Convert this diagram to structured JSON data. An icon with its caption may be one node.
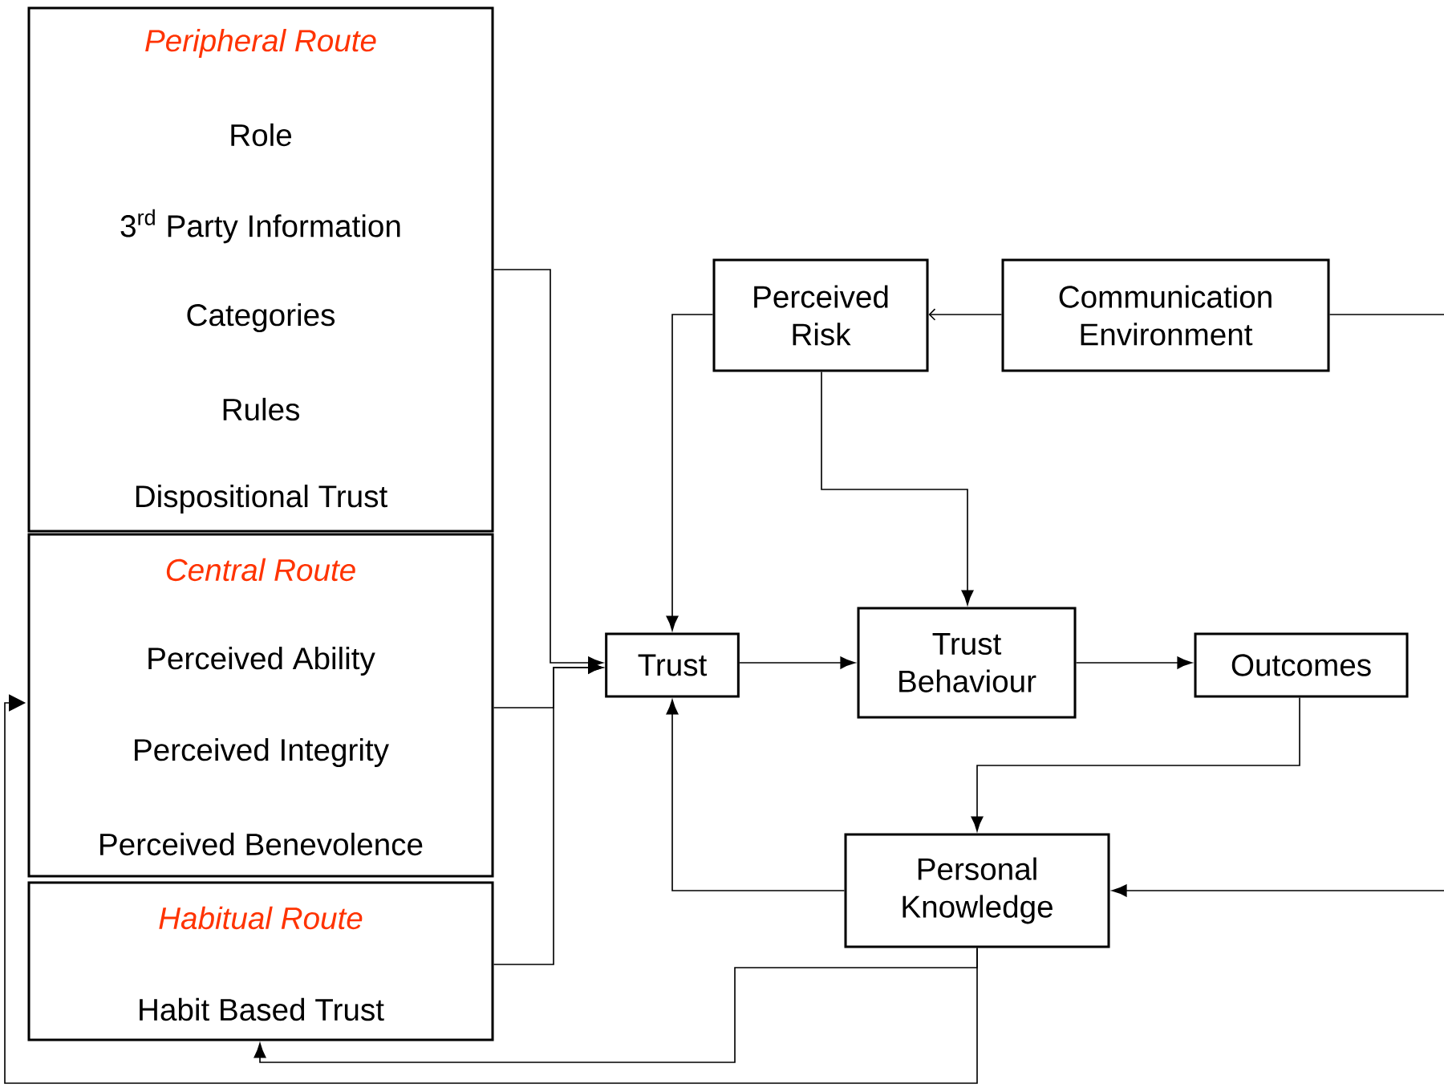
{
  "diagram": {
    "nodes": [
      {
        "text": [
          "Peripheral Route",
          "Role",
          "3$^{rd}$ Party Information",
          "Categories",
          "Rules",
          "Dispositional Trust"
        ]
      },
      {
        "text": [
          "Central Route",
          "Perceived Ability",
          "Perceived Integrity",
          "Perceived Benevolence"
        ]
      },
      {
        "text": [
          "Habitual Route",
          "Habit Based Trust"
        ]
      },
      {
        "text": [
          "Perceived Risk"
        ]
      },
      {
        "text": [
          "Communication Environment"
        ]
      },
      {
        "text": [
          "Trust"
        ]
      },
      {
        "text": [
          "Trust Behaviour"
        ]
      },
      {
        "text": [
          "Outcomes"
        ]
      },
      {
        "text": [
          "Personal Knowledge"
        ]
      }
    ],
    "edges": [
      {
        "from": 0,
        "to": 5,
        "arrow": "to"
      },
      {
        "from": 1,
        "to": 5,
        "arrow": "to"
      },
      {
        "from": 2,
        "to": 5,
        "arrow": "to"
      },
      {
        "from": 3,
        "to": 5,
        "arrow": "to"
      },
      {
        "from": 4,
        "to": 3,
        "arrow": "to"
      },
      {
        "from": 3,
        "to": 6,
        "arrow": "to"
      },
      {
        "from": 5,
        "to": 6,
        "arrow": "to"
      },
      {
        "from": 6,
        "to": 7,
        "arrow": "to"
      },
      {
        "from": 7,
        "to": 8,
        "arrow": "to"
      },
      {
        "from": 8,
        "to": 5,
        "arrow": "to"
      },
      {
        "from": null,
        "to": 8,
        "arrow": "to"
      },
      {
        "from": 4,
        "to": null,
        "arrow": "none"
      },
      {
        "from": 8,
        "to": 2,
        "arrow": "to"
      },
      {
        "from": 8,
        "to": 1,
        "arrow": "to"
      }
    ]
  }
}
